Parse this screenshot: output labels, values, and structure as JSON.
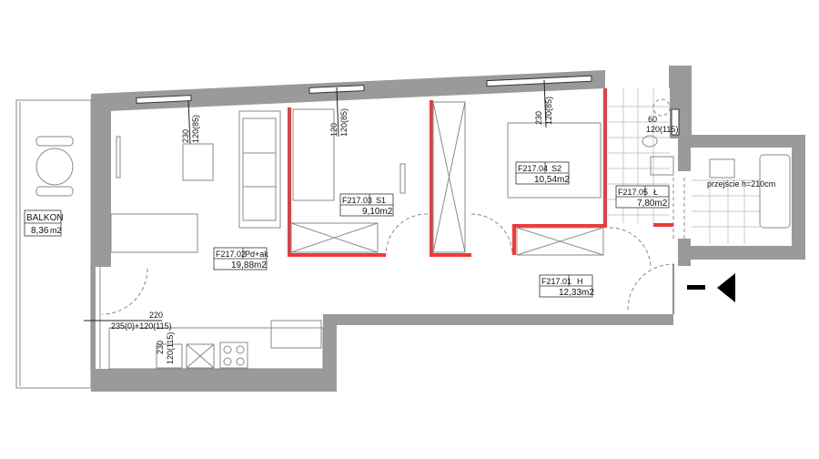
{
  "rooms": {
    "balcony": {
      "name": "BALKON",
      "area": "8,36",
      "unit": "m2"
    },
    "living": {
      "code": "F217.02",
      "type": "Pd+ak",
      "area": "19,88m2"
    },
    "bedroom1": {
      "code": "F217.03",
      "type": "S1",
      "area": "9,10m2"
    },
    "bedroom2": {
      "code": "F217.04",
      "type": "S2",
      "area": "10,54m2"
    },
    "bathroom": {
      "code": "F217.05",
      "type": "Ł",
      "area": "7,80m2"
    },
    "hall": {
      "code": "F217.01",
      "type": "H",
      "area": "12,33m2"
    }
  },
  "dimensions": {
    "win1_a": "230",
    "win1_b": "120(85)",
    "win2_a": "120",
    "win2_b": "120(85)",
    "win3_a": "230",
    "win3_b": "120(85)",
    "win4_a": "60",
    "win4_b": "120(115)",
    "door_a": "220",
    "door_b": "235(0)+120(115)",
    "kitchen_a": "230",
    "kitchen_b": "120(115)"
  },
  "notes": {
    "passage": "przejście h=210cm"
  },
  "colors": {
    "wall": "#9a9a9a",
    "highlight": "#f0393a"
  }
}
